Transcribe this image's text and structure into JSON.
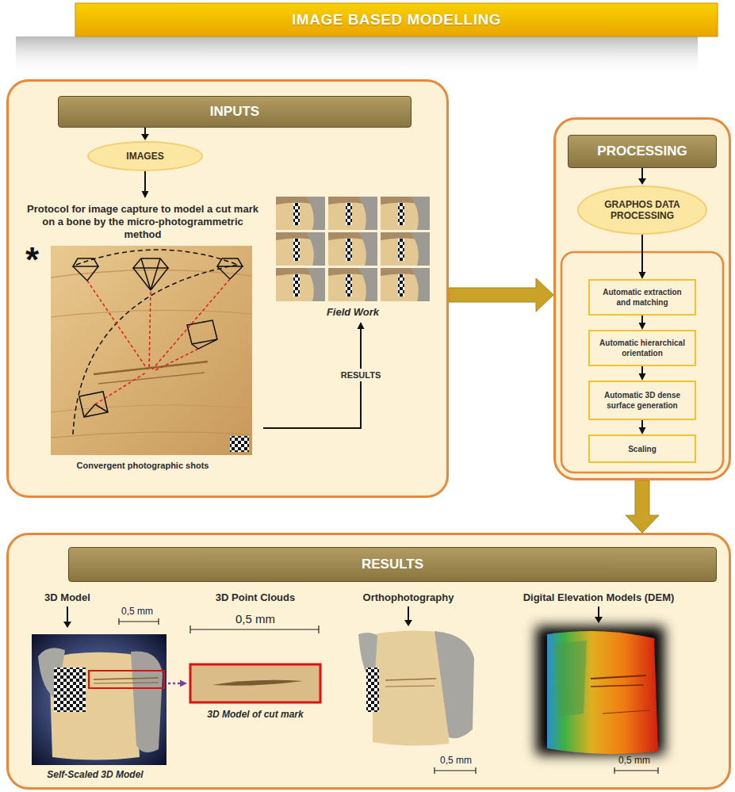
{
  "diagram": {
    "title": "IMAGE BASED MODELLING",
    "nodes": [
      {
        "text": [
          "INPUTS"
        ]
      },
      {
        "text": [
          "IMAGES"
        ],
        "in": 0
      },
      {
        "text": [
          "Protocol for image capture to model a cut mark on a bone by the micro-photogrammetric method",
          "*",
          "Convergent photographic shots"
        ],
        "in": 0
      },
      {
        "text": [
          "Field Work"
        ],
        "in": 0
      },
      {
        "text": [
          "PROCESSING"
        ]
      },
      {
        "text": [
          "GRAPHOS DATA PROCESSING"
        ],
        "in": 4
      },
      {
        "text": [
          "Automatic extraction and matching"
        ],
        "in": 4
      },
      {
        "text": [
          "Automatic hierarchical orientation"
        ],
        "in": 4
      },
      {
        "text": [
          "Automatic 3D dense surface generation"
        ],
        "in": 4
      },
      {
        "text": [
          "Scaling"
        ],
        "in": 4
      },
      {
        "text": [
          "RESULTS"
        ]
      },
      {
        "text": [
          "3D Model",
          "0,5 mm",
          "Self-Scaled 3D Model"
        ],
        "in": 10
      },
      {
        "text": [
          "3D Point Clouds",
          "0,5 mm",
          "3D Model of cut mark"
        ],
        "in": 10
      },
      {
        "text": [
          "Orthophotography",
          "0,5 mm"
        ],
        "in": 10
      },
      {
        "text": [
          "Digital Elevation Models (DEM)",
          "0,5 mm"
        ],
        "in": 10
      }
    ],
    "edges": [
      {
        "from": 0,
        "to": 4,
        "arrow": "to"
      },
      {
        "from": 4,
        "to": 10,
        "arrow": "to"
      },
      {
        "from": 1,
        "to": 2,
        "arrow": "to"
      },
      {
        "from": 2,
        "to": 3,
        "label": "RESULTS",
        "arrow": "to"
      },
      {
        "from": 5,
        "to": 6,
        "arrow": "to"
      },
      {
        "from": 6,
        "to": 7,
        "arrow": "to"
      },
      {
        "from": 7,
        "to": 8,
        "arrow": "to"
      },
      {
        "from": 8,
        "to": 9,
        "arrow": "to"
      },
      {
        "from": 11,
        "to": 12,
        "arrow": "to"
      }
    ]
  }
}
